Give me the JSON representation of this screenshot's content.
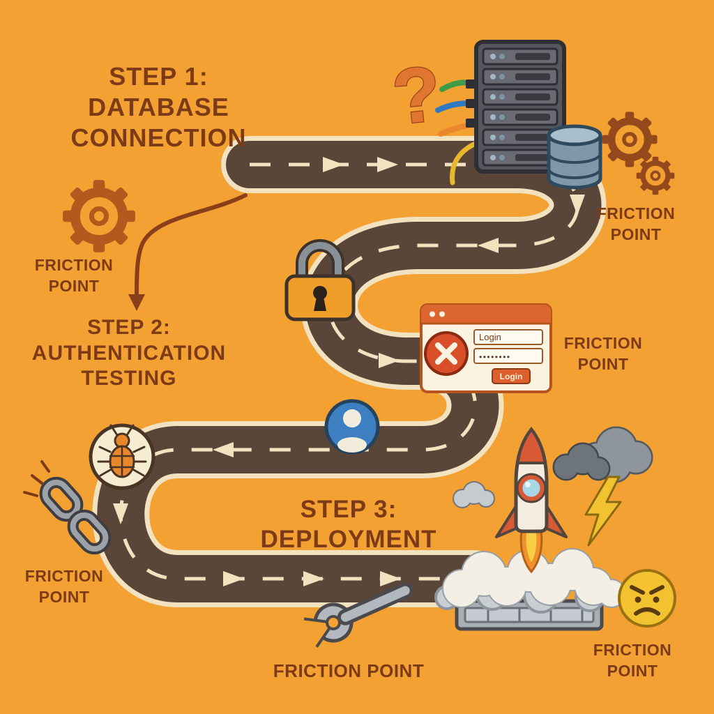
{
  "colors": {
    "background": "#F3A132",
    "road": "#594639",
    "road_markings": "#F2E2C0",
    "text": "#7D3A16",
    "accent_orange": "#DD6630"
  },
  "steps": [
    {
      "id": "step-1",
      "lines": [
        "STEP 1:",
        "DATABASE",
        "CONNECTION"
      ]
    },
    {
      "id": "step-2",
      "lines": [
        "STEP 2:",
        "AUTHENTICATION",
        "TESTING"
      ]
    },
    {
      "id": "step-3",
      "lines": [
        "STEP 3:",
        "DEPLOYMENT"
      ]
    }
  ],
  "friction_points": [
    {
      "id": "friction-point-top-right",
      "lines": [
        "FRICTION",
        "POINT"
      ]
    },
    {
      "id": "friction-point-left",
      "lines": [
        "FRICTION",
        "POINT"
      ]
    },
    {
      "id": "friction-point-mid-right",
      "lines": [
        "FRICTION",
        "POINT"
      ]
    },
    {
      "id": "friction-point-bottom-left",
      "lines": [
        "FRICTION",
        "POINT"
      ]
    },
    {
      "id": "friction-point-bottom-center",
      "lines": [
        "FRICTION POINT"
      ]
    },
    {
      "id": "friction-point-bottom-right",
      "lines": [
        "FRICTION",
        "POINT"
      ]
    }
  ],
  "question_mark": "?",
  "login_window": {
    "username_value": "Login",
    "password_value": "••••••••",
    "button_label": "Login"
  },
  "icons": [
    "server-rack-icon",
    "database-icon",
    "network-cables-icon",
    "gear-icon",
    "padlock-icon",
    "error-x-icon",
    "user-avatar-icon",
    "bug-icon",
    "broken-chain-icon",
    "rocket-icon",
    "launch-platform-icon",
    "smoke-cloud-icon",
    "storm-cloud-icon",
    "lightning-icon",
    "cloud-icon",
    "wrench-icon",
    "angry-face-icon",
    "curved-arrow-icon",
    "road-arrow-icon",
    "question-mark-icon"
  ]
}
